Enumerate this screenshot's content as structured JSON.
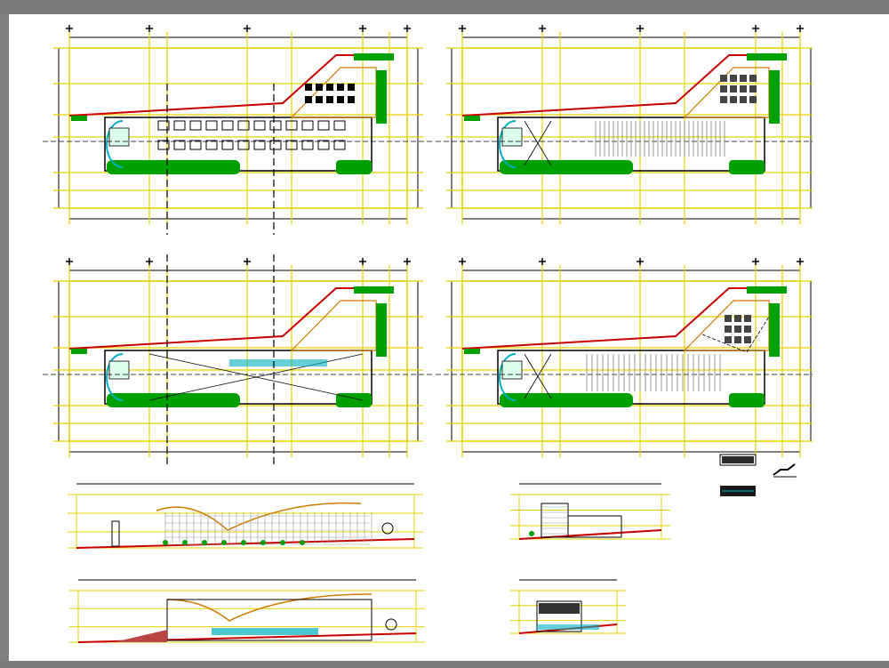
{
  "viewer": {
    "title": "",
    "background_color": "#808080",
    "sheet_color": "#ffffff"
  },
  "drawing": {
    "plans": [
      {
        "name": "plan-top-left"
      },
      {
        "name": "plan-top-right"
      },
      {
        "name": "plan-middle-left"
      },
      {
        "name": "plan-middle-right"
      }
    ],
    "elevations": [
      {
        "name": "elevation-long-1"
      },
      {
        "name": "elevation-long-2"
      },
      {
        "name": "elevation-short-1"
      },
      {
        "name": "elevation-short-2"
      }
    ],
    "colors": {
      "grid": "#e6d200",
      "outline": "#000000",
      "green": "#00a000",
      "red": "#c80000",
      "cyan": "#00b0c0",
      "orange": "#d07a00"
    }
  }
}
